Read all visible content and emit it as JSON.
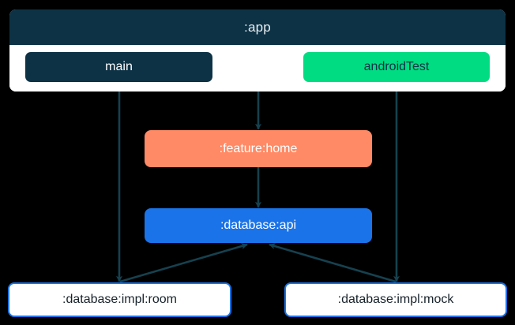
{
  "diagram": {
    "type": "module-dependency-graph",
    "background_color": "#000000",
    "edge_color": "#16414f",
    "app_container": {
      "title": ":app",
      "header_color": "#0d3246",
      "body_color": "#ffffff",
      "source_sets": [
        {
          "label": "main",
          "color": "#0d3246",
          "text_color": "#ffffff"
        },
        {
          "label": "androidTest",
          "color": "#00dc82",
          "text_color": "#0d3246"
        }
      ]
    },
    "nodes": [
      {
        "id": "feature-home",
        "label": ":feature:home",
        "color": "#ff8a65",
        "text_color": "#ffffff",
        "style": "filled"
      },
      {
        "id": "database-api",
        "label": ":database:api",
        "color": "#1a73e8",
        "text_color": "#ffffff",
        "style": "filled"
      },
      {
        "id": "database-impl-room",
        "label": ":database:impl:room",
        "color": "#ffffff",
        "border_color": "#1a73e8",
        "text_color": "#17222b",
        "style": "outlined"
      },
      {
        "id": "database-impl-mock",
        "label": ":database:impl:mock",
        "color": "#ffffff",
        "border_color": "#1a73e8",
        "text_color": "#17222b",
        "style": "outlined"
      }
    ],
    "edges": [
      {
        "from": "app",
        "to": "feature-home"
      },
      {
        "from": "main",
        "to": "database-impl-room"
      },
      {
        "from": "androidTest",
        "to": "database-impl-mock"
      },
      {
        "from": "feature-home",
        "to": "database-api"
      },
      {
        "from": "database-impl-room",
        "to": "database-api"
      },
      {
        "from": "database-impl-mock",
        "to": "database-api"
      }
    ]
  }
}
